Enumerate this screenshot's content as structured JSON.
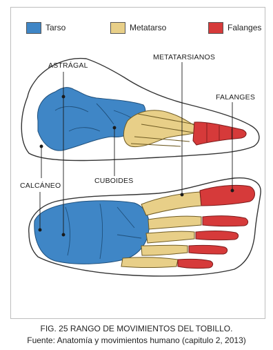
{
  "legend": [
    {
      "label": "Tarso",
      "color": "#3f86c6"
    },
    {
      "label": "Metatarso",
      "color": "#e8cf88"
    },
    {
      "label": "Falanges",
      "color": "#d63a3a"
    }
  ],
  "labels": {
    "astragal": "ASTRÁGAL",
    "metatarsianos": "METATARSIANOS",
    "falanges": "FALANGES",
    "cuboides": "CUBOIDES",
    "calcaneo": "CALCÁNEO"
  },
  "caption": {
    "line1": "FIG. 25  RANGO DE MOVIMIENTOS DEL TOBILLO.",
    "line2": "Fuente: Anatomía y movimientos humano (capitulo 2, 2013)"
  }
}
